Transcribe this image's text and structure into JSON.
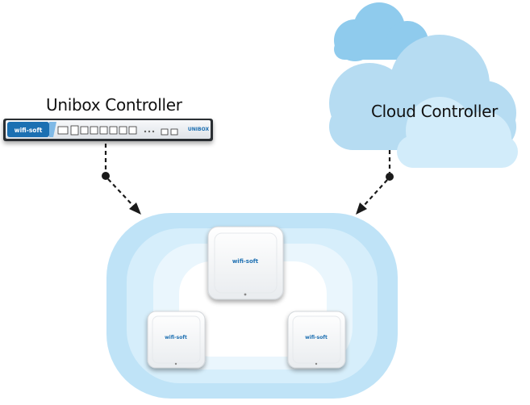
{
  "unibox": {
    "title": "Unibox Controller",
    "front_brand": "wifi-soft",
    "front_model": "UNIBOX"
  },
  "cloud": {
    "title": "Cloud Controller"
  },
  "access_points": {
    "brand_text": "wifi-soft",
    "count": 3
  },
  "colors": {
    "cloud_light": "#c9e6f7",
    "cloud_mid": "#a9d6f1",
    "cloud_back": "#8fcbed",
    "zone_outer": "#bfe3f7",
    "zone_mid": "#d6eefb",
    "zone_inner": "#eaf6fd",
    "arrow": "#1a1a1a",
    "device_body": "#ffffff",
    "brand_accent": "#1f6fb2"
  },
  "icons": {
    "connector_dot": "filled-circle",
    "arrow_head": "triangle-arrowhead"
  }
}
